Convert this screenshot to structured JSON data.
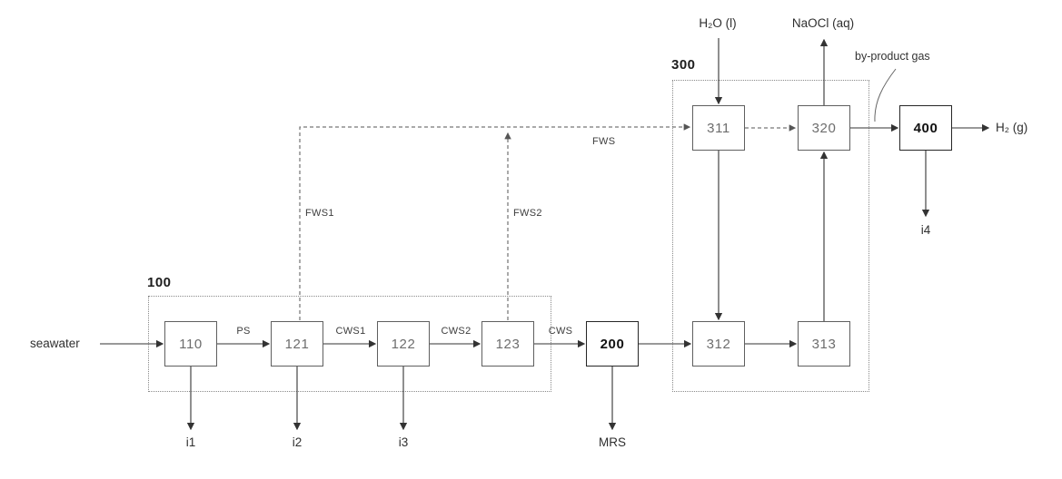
{
  "figure": {
    "left_input": "seawater",
    "groups": {
      "g100": "100",
      "g300": "300"
    },
    "nodes": {
      "b110": "110",
      "b121": "121",
      "b122": "122",
      "b123": "123",
      "b200": "200",
      "b311": "311",
      "b312": "312",
      "b313": "313",
      "b320": "320",
      "b400": "400"
    },
    "streams": {
      "ps": "PS",
      "cws1": "CWS1",
      "cws2": "CWS2",
      "cws": "CWS",
      "fws": "FWS",
      "fws1": "FWS1",
      "fws2": "FWS2",
      "mrs": "MRS"
    },
    "io": {
      "i1": "i1",
      "i2": "i2",
      "i3": "i3",
      "i4": "i4",
      "h2o_in": "H₂O (l)",
      "naocl_out": "NaOCl (aq)",
      "byproduct_gas": "by-product gas",
      "h2_out": "H₂ (g)"
    }
  }
}
